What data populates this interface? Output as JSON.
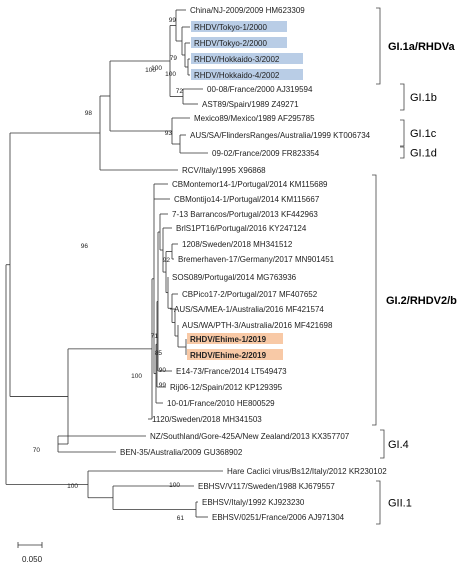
{
  "taxa": [
    {
      "label": "China/NJ-2009/2009 HM623309"
    },
    {
      "label": "RHDV/Tokyo-1/2000",
      "highlight": "#b9cde6"
    },
    {
      "label": "RHDV/Tokyo-2/2000",
      "highlight": "#b9cde6"
    },
    {
      "label": "RHDV/Hokkaido-3/2002",
      "highlight": "#b9cde6"
    },
    {
      "label": "RHDV/Hokkaido-4/2002",
      "highlight": "#b9cde6"
    },
    {
      "label": "00-08/France/2000 AJ319594"
    },
    {
      "label": "AST89/Spain/1989 Z49271"
    },
    {
      "label": "Mexico89/Mexico/1989 AF295785"
    },
    {
      "label": "AUS/SA/FlindersRanges/Australia/1999 KT006734"
    },
    {
      "label": "09-02/France/2009 FR823354"
    },
    {
      "label": "RCV/Italy/1995 X96868"
    },
    {
      "label": "CBMontemor14-1/Portugal/2014 KM115689"
    },
    {
      "label": "CBMontijo14-1/Portugal/2014 KM115667"
    },
    {
      "label": "7-13 Barrancos/Portugal/2013 KF442963"
    },
    {
      "label": "BrlS1PT16/Portugal/2016 KY247124"
    },
    {
      "label": "1208/Sweden/2018 MH341512"
    },
    {
      "label": "Bremerhaven-17/Germany/2017 MN901451"
    },
    {
      "label": "SOS089/Portugal/2014 MG763936"
    },
    {
      "label": "CBPico17-2/Portugal/2017 MF407652"
    },
    {
      "label": "AUS/SA/MEA-1/Australia/2016 MF421574"
    },
    {
      "label": "AUS/WA/PTH-3/Australia/2016 MF421698"
    },
    {
      "label": "RHDV/Ehime-1/2019",
      "highlight": "#f8c9a6",
      "bold": true
    },
    {
      "label": "RHDV/Ehime-2/2019",
      "highlight": "#f8c9a6",
      "bold": true
    },
    {
      "label": "E14-73/France/2014 LT549473"
    },
    {
      "label": "Rij06-12/Spain/2012 KP129395"
    },
    {
      "label": "10-01/France/2010 HE800529"
    },
    {
      "label": "1120/Sweden/2018 MH341503"
    },
    {
      "label": "NZ/Southland/Gore-425A/New Zealand/2013 KX357707"
    },
    {
      "label": "BEN-35/Australia/2009 GU368902"
    },
    {
      "label": "Hare Caclici virus/Bs12/Italy/2012 KR230102"
    },
    {
      "label": "EBHSV/V117/Sweden/1988 KJ679557"
    },
    {
      "label": "EBHSV/Italy/1992 KJ923230"
    },
    {
      "label": "EBHSV/0251/France/2006 AJ971304"
    }
  ],
  "bootstrap": [
    "99",
    "79",
    "100",
    "100",
    "72",
    "93",
    "100",
    "98",
    "92",
    "71",
    "85",
    "90",
    "99",
    "96",
    "70",
    "100",
    "100",
    "61",
    "100"
  ],
  "clades": [
    {
      "label": "GI.1a/RHDVa",
      "bold": true
    },
    {
      "label": "GI.1b",
      "bold": false
    },
    {
      "label": "GI.1c",
      "bold": false
    },
    {
      "label": "GI.1d",
      "bold": false
    },
    {
      "label": "GI.2/RHDV2/b",
      "bold": true
    },
    {
      "label": "GI.4",
      "bold": false
    },
    {
      "label": "GII.1",
      "bold": false
    }
  ],
  "scale_bar": {
    "label": "0.050"
  }
}
